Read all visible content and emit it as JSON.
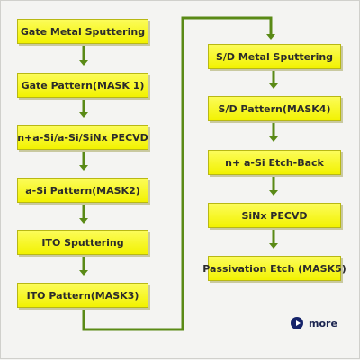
{
  "steps": [
    {
      "label": "Gate Metal Sputtering"
    },
    {
      "label": "Gate Pattern(MASK 1)"
    },
    {
      "label": "n+a-Si/a-Si/SiNx PECVD"
    },
    {
      "label": "a-Si Pattern(MASK2)"
    },
    {
      "label": "ITO Sputtering"
    },
    {
      "label": "ITO Pattern(MASK3)"
    },
    {
      "label": "S/D Metal Sputtering"
    },
    {
      "label": "S/D Pattern(MASK4)"
    },
    {
      "label": "n+ a-Si Etch-Back"
    },
    {
      "label": "SiNx PECVD"
    },
    {
      "label": "Passivation Etch (MASK5)"
    }
  ],
  "more_link": {
    "label": "more",
    "icon": "play-circle-icon"
  },
  "colors": {
    "box_fill": "#f2f200",
    "box_border": "#b8b814",
    "connector": "#5a8a16",
    "more_icon": "#15236a"
  }
}
